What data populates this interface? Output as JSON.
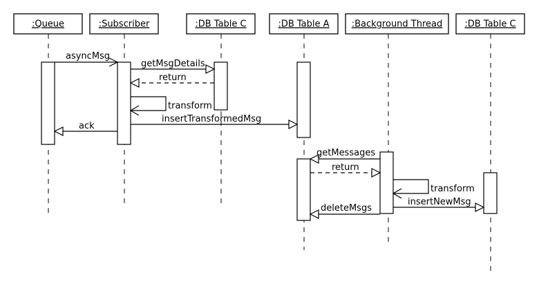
{
  "diagram": {
    "type": "sequence",
    "participants": [
      {
        "id": "queue",
        "label": ":Queue"
      },
      {
        "id": "subscriber",
        "label": ":Subscriber"
      },
      {
        "id": "dbc1",
        "label": ":DB Table C"
      },
      {
        "id": "dba",
        "label": ":DB Table A"
      },
      {
        "id": "bg",
        "label": ":Background Thread"
      },
      {
        "id": "dbc2",
        "label": ":DB Table C"
      }
    ],
    "messages": [
      {
        "id": "m1",
        "from": "queue",
        "to": "subscriber",
        "label": "asyncMsg",
        "kind": "async"
      },
      {
        "id": "m2",
        "from": "subscriber",
        "to": "dbc1",
        "label": "getMsgDetails",
        "kind": "sync"
      },
      {
        "id": "m3",
        "from": "dbc1",
        "to": "subscriber",
        "label": "return",
        "kind": "return"
      },
      {
        "id": "m4",
        "from": "subscriber",
        "to": "subscriber",
        "label": "transform",
        "kind": "self"
      },
      {
        "id": "m5",
        "from": "subscriber",
        "to": "dba",
        "label": "insertTransformedMsg",
        "kind": "sync"
      },
      {
        "id": "m6",
        "from": "subscriber",
        "to": "queue",
        "label": "ack",
        "kind": "sync"
      },
      {
        "id": "m7",
        "from": "bg",
        "to": "dba",
        "label": "getMessages",
        "kind": "sync"
      },
      {
        "id": "m8",
        "from": "dba",
        "to": "bg",
        "label": "return",
        "kind": "return"
      },
      {
        "id": "m9",
        "from": "bg",
        "to": "bg",
        "label": "transform",
        "kind": "self"
      },
      {
        "id": "m10",
        "from": "bg",
        "to": "dbc2",
        "label": "insertNewMsg",
        "kind": "sync"
      },
      {
        "id": "m11",
        "from": "bg",
        "to": "dba",
        "label": "deleteMsgs",
        "kind": "sync"
      }
    ]
  }
}
